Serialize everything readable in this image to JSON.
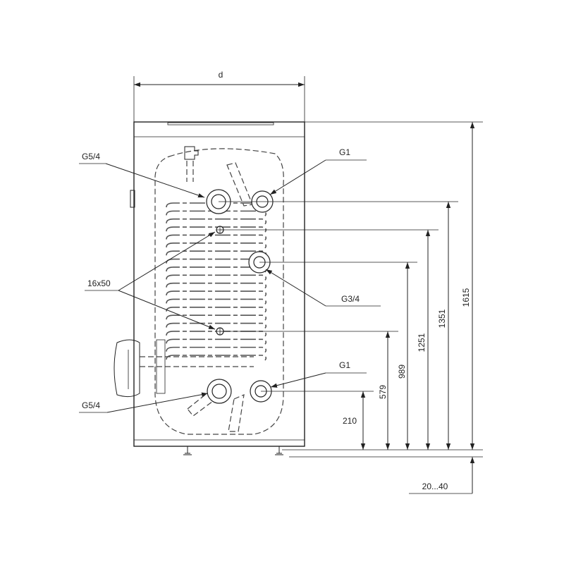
{
  "labels": {
    "width": "d",
    "top_left_connection": "G5/4",
    "top_right_connection": "G1",
    "sensor_sleeves": "16x50",
    "middle_connection": "G3/4",
    "bottom_right_connection": "G1",
    "bottom_left_connection": "G5/4",
    "dim_210": "210",
    "dim_579": "579",
    "dim_989": "989",
    "dim_1251": "1251",
    "dim_1351": "1351",
    "dim_1615": "1615",
    "feet_adjust": "20...40"
  }
}
